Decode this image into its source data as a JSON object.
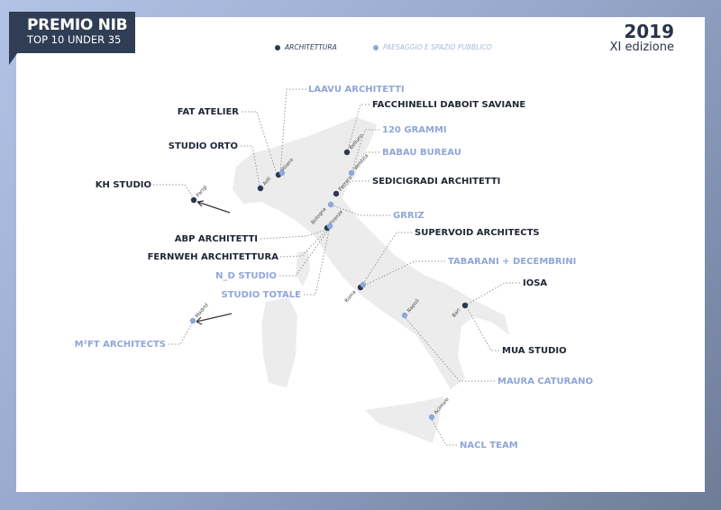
{
  "header": {
    "title": "PREMIO NIB",
    "subtitle": "TOP 10 UNDER 35",
    "year": "2019",
    "edition": "XI edizione"
  },
  "legend": {
    "architettura": "ARCHITETTURA",
    "paesaggio": "PAESAGGIO E SPAZIO PUBBLICO"
  },
  "colors": {
    "architettura": "#2b3850",
    "paesaggio": "#8fa6d8",
    "map": "#ececec"
  },
  "cities": [
    "Parigi",
    "Asti",
    "Milano",
    "Belluno",
    "Venezia",
    "Ferrara",
    "Bologna",
    "Firenze",
    "Roma",
    "Napoli",
    "Bari",
    "Acireale",
    "Madrid"
  ],
  "studios": [
    {
      "name": "LAAVU ARCHITETTI",
      "category": "paesaggio",
      "city": "Milano"
    },
    {
      "name": "FAT ATELIER",
      "category": "architettura",
      "city": "Milano"
    },
    {
      "name": "STUDIO ORTO",
      "category": "architettura",
      "city": "Asti"
    },
    {
      "name": "KH STUDIO",
      "category": "architettura",
      "city": "Parigi"
    },
    {
      "name": "FACCHINELLI DABOIT SAVIANE",
      "category": "architettura",
      "city": "Belluno"
    },
    {
      "name": "120 GRAMMI",
      "category": "paesaggio",
      "city": "Venezia"
    },
    {
      "name": "BABAU BUREAU",
      "category": "paesaggio",
      "city": "Venezia"
    },
    {
      "name": "SEDICIGRADI  ARCHITETTI",
      "category": "architettura",
      "city": "Ferrara"
    },
    {
      "name": "GRRIZ",
      "category": "paesaggio",
      "city": "Bologna"
    },
    {
      "name": "ABP ARCHITETTI",
      "category": "architettura",
      "city": "Firenze"
    },
    {
      "name": "FERNWEH ARCHITETTURA",
      "category": "architettura",
      "city": "Firenze"
    },
    {
      "name": "N_D STUDIO",
      "category": "paesaggio",
      "city": "Firenze"
    },
    {
      "name": "STUDIO TOTALE",
      "category": "paesaggio",
      "city": "Firenze"
    },
    {
      "name": "SUPERVOID ARCHITECTS",
      "category": "architettura",
      "city": "Roma"
    },
    {
      "name": "TABARANI + DECEMBRINI",
      "category": "paesaggio",
      "city": "Roma"
    },
    {
      "name": "IOSA",
      "category": "architettura",
      "city": "Bari"
    },
    {
      "name": "M²FT ARCHITECTS",
      "category": "paesaggio",
      "city": "Madrid"
    },
    {
      "name": "MUA STUDIO",
      "category": "architettura",
      "city": "Bari"
    },
    {
      "name": "MAURA CATURANO",
      "category": "paesaggio",
      "city": "Napoli"
    },
    {
      "name": "NACL TEAM",
      "category": "paesaggio",
      "city": "Acireale"
    }
  ]
}
